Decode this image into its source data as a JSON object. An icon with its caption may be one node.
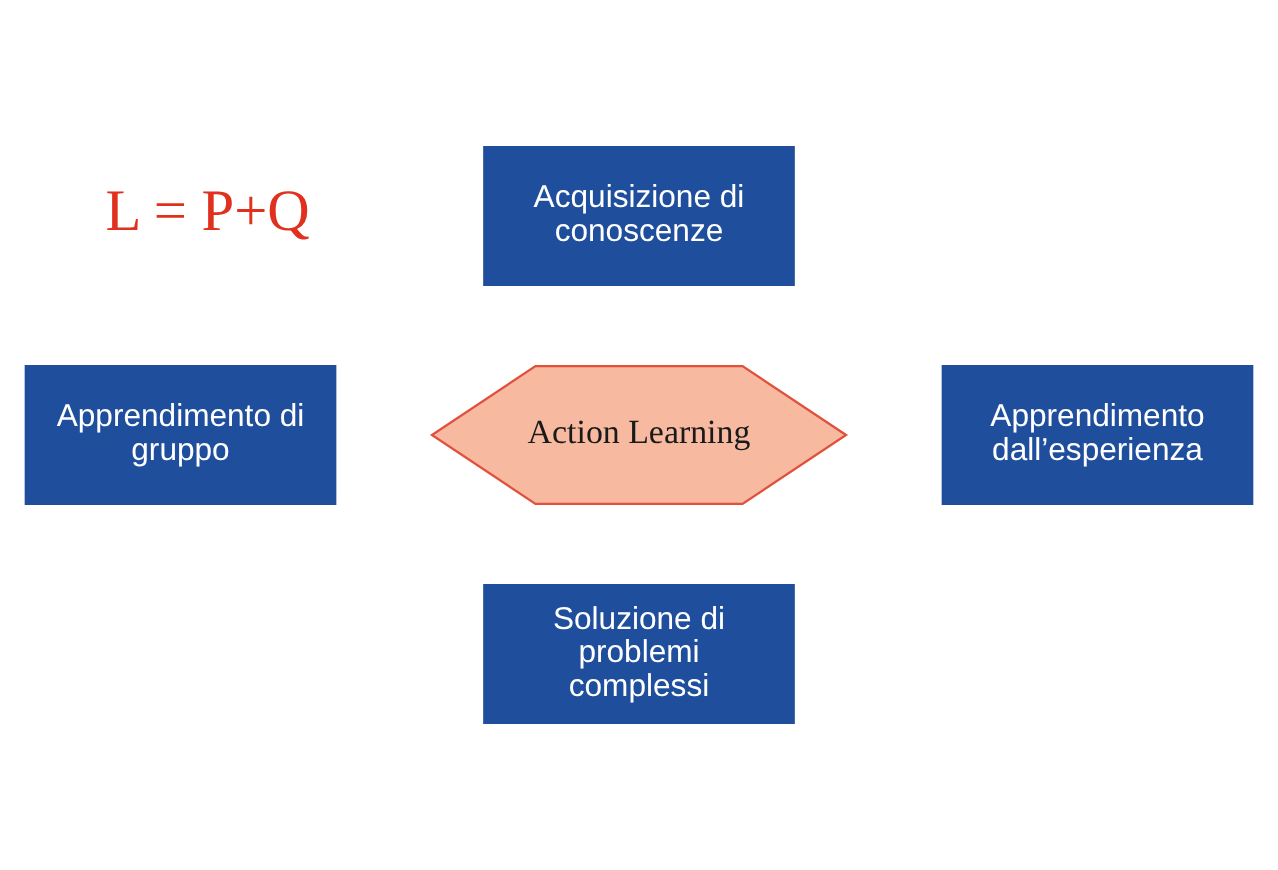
{
  "diagram": {
    "nodes": [
      {
        "text": [
          "Acquisizione di conoscenze"
        ]
      },
      {
        "text": [
          "Apprendimento di gruppo"
        ]
      },
      {
        "text": [
          "Action Learning"
        ]
      },
      {
        "text": [
          "Apprendimento dall’esperienza"
        ]
      },
      {
        "text": [
          "Soluzione di problemi complessi"
        ]
      }
    ],
    "labels": [
      "L = P+Q"
    ]
  }
}
